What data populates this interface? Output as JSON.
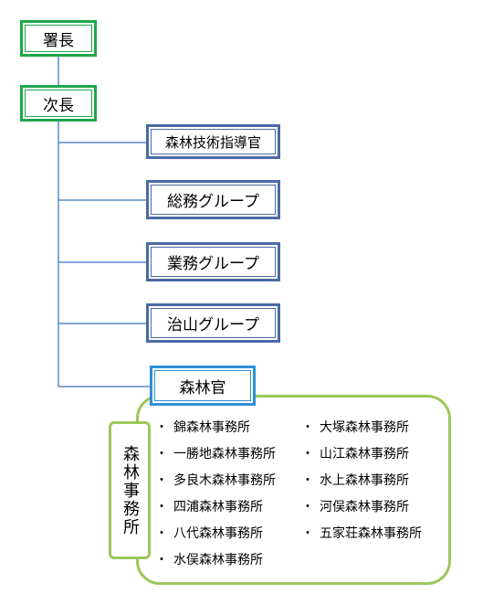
{
  "chief": "署長",
  "deputy": "次長",
  "units": [
    {
      "label": "森林技術指導官"
    },
    {
      "label": "総務グループ"
    },
    {
      "label": "業務グループ"
    },
    {
      "label": "治山グループ"
    }
  ],
  "forest_officer": "森林官",
  "offices_title": "森林事務所",
  "offices_left": [
    "錦森林事務所",
    "一勝地森林事務所",
    "多良木森林事務所",
    "四浦森林事務所",
    "八代森林事務所",
    "水俣森林事務所"
  ],
  "offices_right": [
    "大塚森林事務所",
    "山江森林事務所",
    "水上森林事務所",
    "河俣森林事務所",
    "五家荘森林事務所"
  ],
  "bullet": "・",
  "colors": {
    "green": "#1fa64a",
    "blue": "#4a6aa5",
    "sky": "#2f8fd6",
    "light_green": "#9bc85a",
    "line": "#5b8ac6"
  }
}
